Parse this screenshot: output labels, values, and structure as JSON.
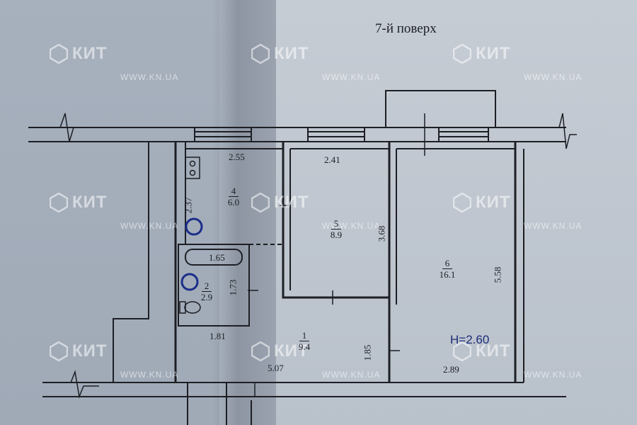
{
  "floor_title": "7-й поверх",
  "watermark": {
    "brand": "КИТ",
    "url": "WWW.KN.UA"
  },
  "rooms": [
    {
      "number": "1",
      "area": "9.4"
    },
    {
      "number": "2",
      "area": "2.9"
    },
    {
      "number": "4",
      "area": "6.0"
    },
    {
      "number": "5",
      "area": "8.9"
    },
    {
      "number": "6",
      "area": "16.1"
    }
  ],
  "dimensions": {
    "kitchen_width": "2.55",
    "kitchen_depth": "2.37",
    "room5_width": "2.41",
    "room5_depth": "3.68",
    "bath_width": "1.65",
    "bath_depth": "1.73",
    "wc_width": "1.81",
    "hall_length": "5.07",
    "hall_depth": "1.85",
    "room6_width": "2.89",
    "room6_depth": "5.58"
  },
  "ceiling_height": "H=2.60",
  "colors": {
    "line": "#1d1f24",
    "paper": "#c6ccd4",
    "height_text": "#1c2e78",
    "watermark": "#ffffff"
  }
}
